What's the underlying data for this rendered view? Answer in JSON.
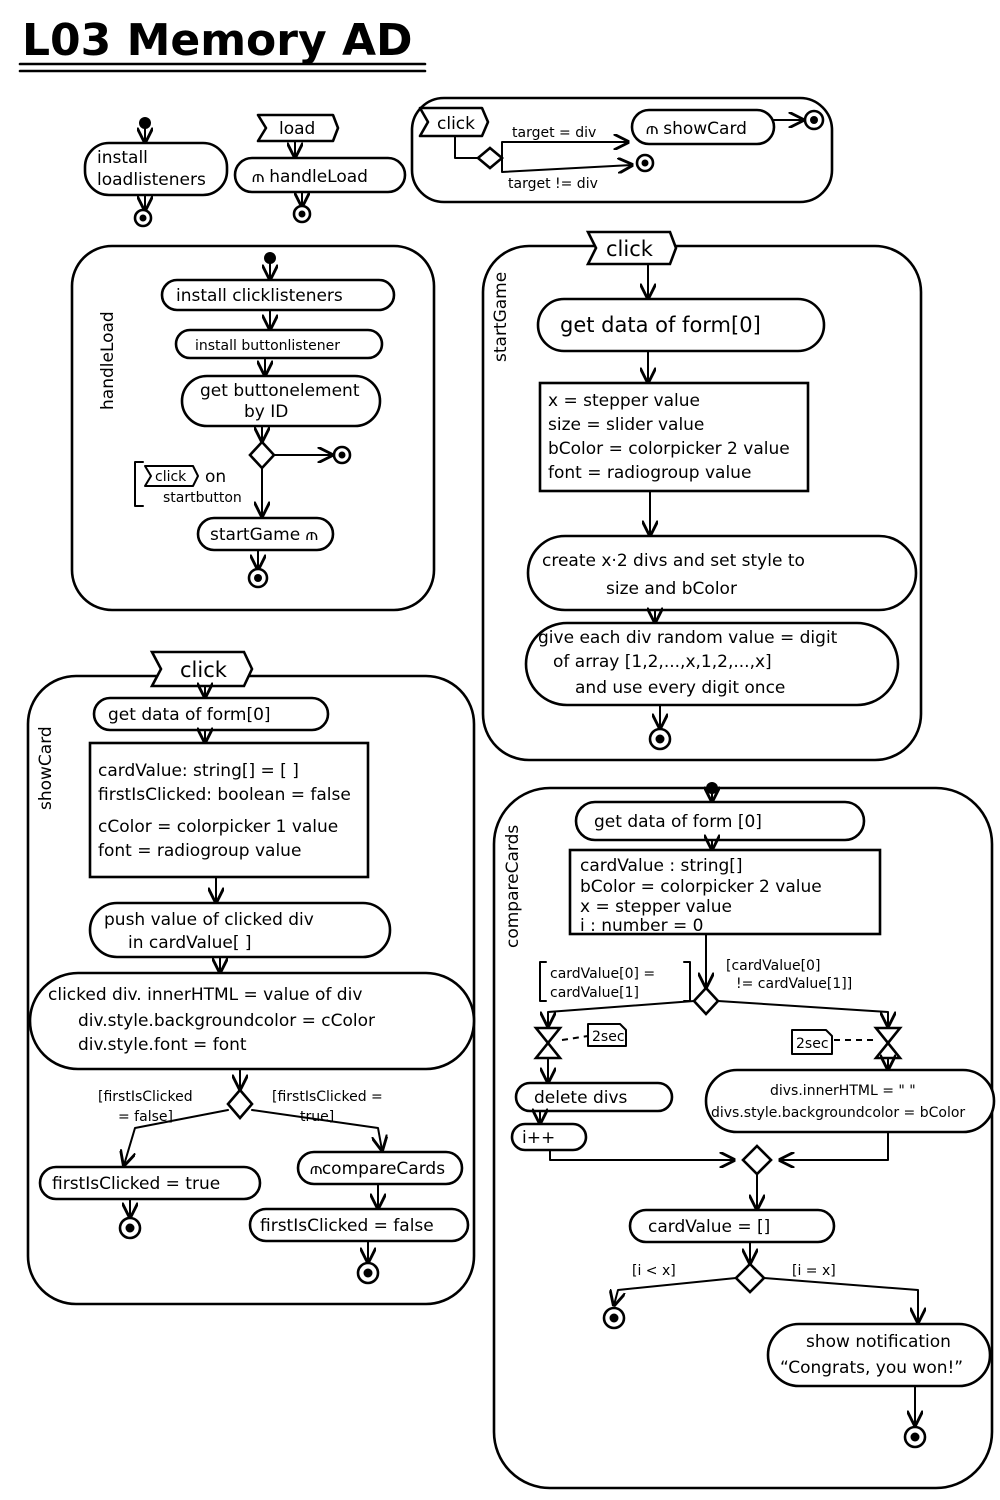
{
  "title": "L03 Memory AD",
  "top": {
    "install_loadlisteners": [
      "install",
      "loadlisteners"
    ],
    "load_signal": "load",
    "handleload_call": "⫙ handleLoad",
    "click_signal": "click",
    "guard_div": "target = div",
    "guard_not_div": "target != div",
    "showcard_call": "⫙ showCard"
  },
  "handleload": {
    "label": "handleLoad",
    "install_clicklisteners": "install clicklisteners",
    "install_buttonlistener": "install buttonlistener",
    "get_buttonelement": [
      "get buttonelement",
      "by ID"
    ],
    "click_signal": "click",
    "on_startbutton": [
      "on",
      "startbutton"
    ],
    "startgame_call": "startGame ⫙"
  },
  "startgame": {
    "label": "startGame",
    "click_signal": "click",
    "get_data": "get data of form[0]",
    "assign": [
      "x = stepper value",
      "size = slider value",
      "bColor = colorpicker 2 value",
      "font = radiogroup value"
    ],
    "create_divs": [
      "create x·2 divs and set style to",
      "size and bColor"
    ],
    "random_value": [
      "give each div random value = digit",
      "of array [1,2,...,x,1,2,...,x]",
      "and use every digit once"
    ]
  },
  "showcard": {
    "label": "showCard",
    "click_signal": "click",
    "get_data": "get data of form[0]",
    "assign": [
      "cardValue: string[] = [ ]",
      "firstIsClicked: boolean = false",
      "cColor = colorpicker 1 value",
      "font = radiogroup value"
    ],
    "push_value": [
      "push value of clicked div",
      "in cardValue[ ]"
    ],
    "set_html": [
      "clicked div. innerHTML = value of div",
      "div.style.backgroundcolor = cColor",
      "div.style.font = font"
    ],
    "guard_false": [
      "[firstIsClicked",
      "= false]"
    ],
    "guard_true": [
      "[firstIsClicked =",
      "true]"
    ],
    "set_true": "firstIsClicked = true",
    "comparecards_call": "⫙compareCards",
    "set_false": "firstIsClicked = false"
  },
  "comparecards": {
    "label": "compareCards",
    "get_data": "get data of form [0]",
    "assign": [
      "cardValue : string[]",
      "bColor = colorpicker 2 value",
      "x = stepper value",
      "i : number = 0"
    ],
    "guard_equal": [
      "cardValue[0] =",
      "cardValue[1]"
    ],
    "guard_not_equal": [
      "[cardValue[0]",
      "!= cardValue[1]]"
    ],
    "timer_left": "2sec",
    "timer_right": "2sec",
    "delete_divs": "delete divs",
    "increment": "i++",
    "reset_divs": [
      "divs.innerHTML = \" \"",
      "divs.style.backgroundcolor = bColor"
    ],
    "reset_cardvalue": "cardValue = []",
    "guard_less": "[i < x]",
    "guard_equal_x": "[i = x]",
    "notification": [
      "show notification",
      "“Congrats, you won!”"
    ]
  }
}
